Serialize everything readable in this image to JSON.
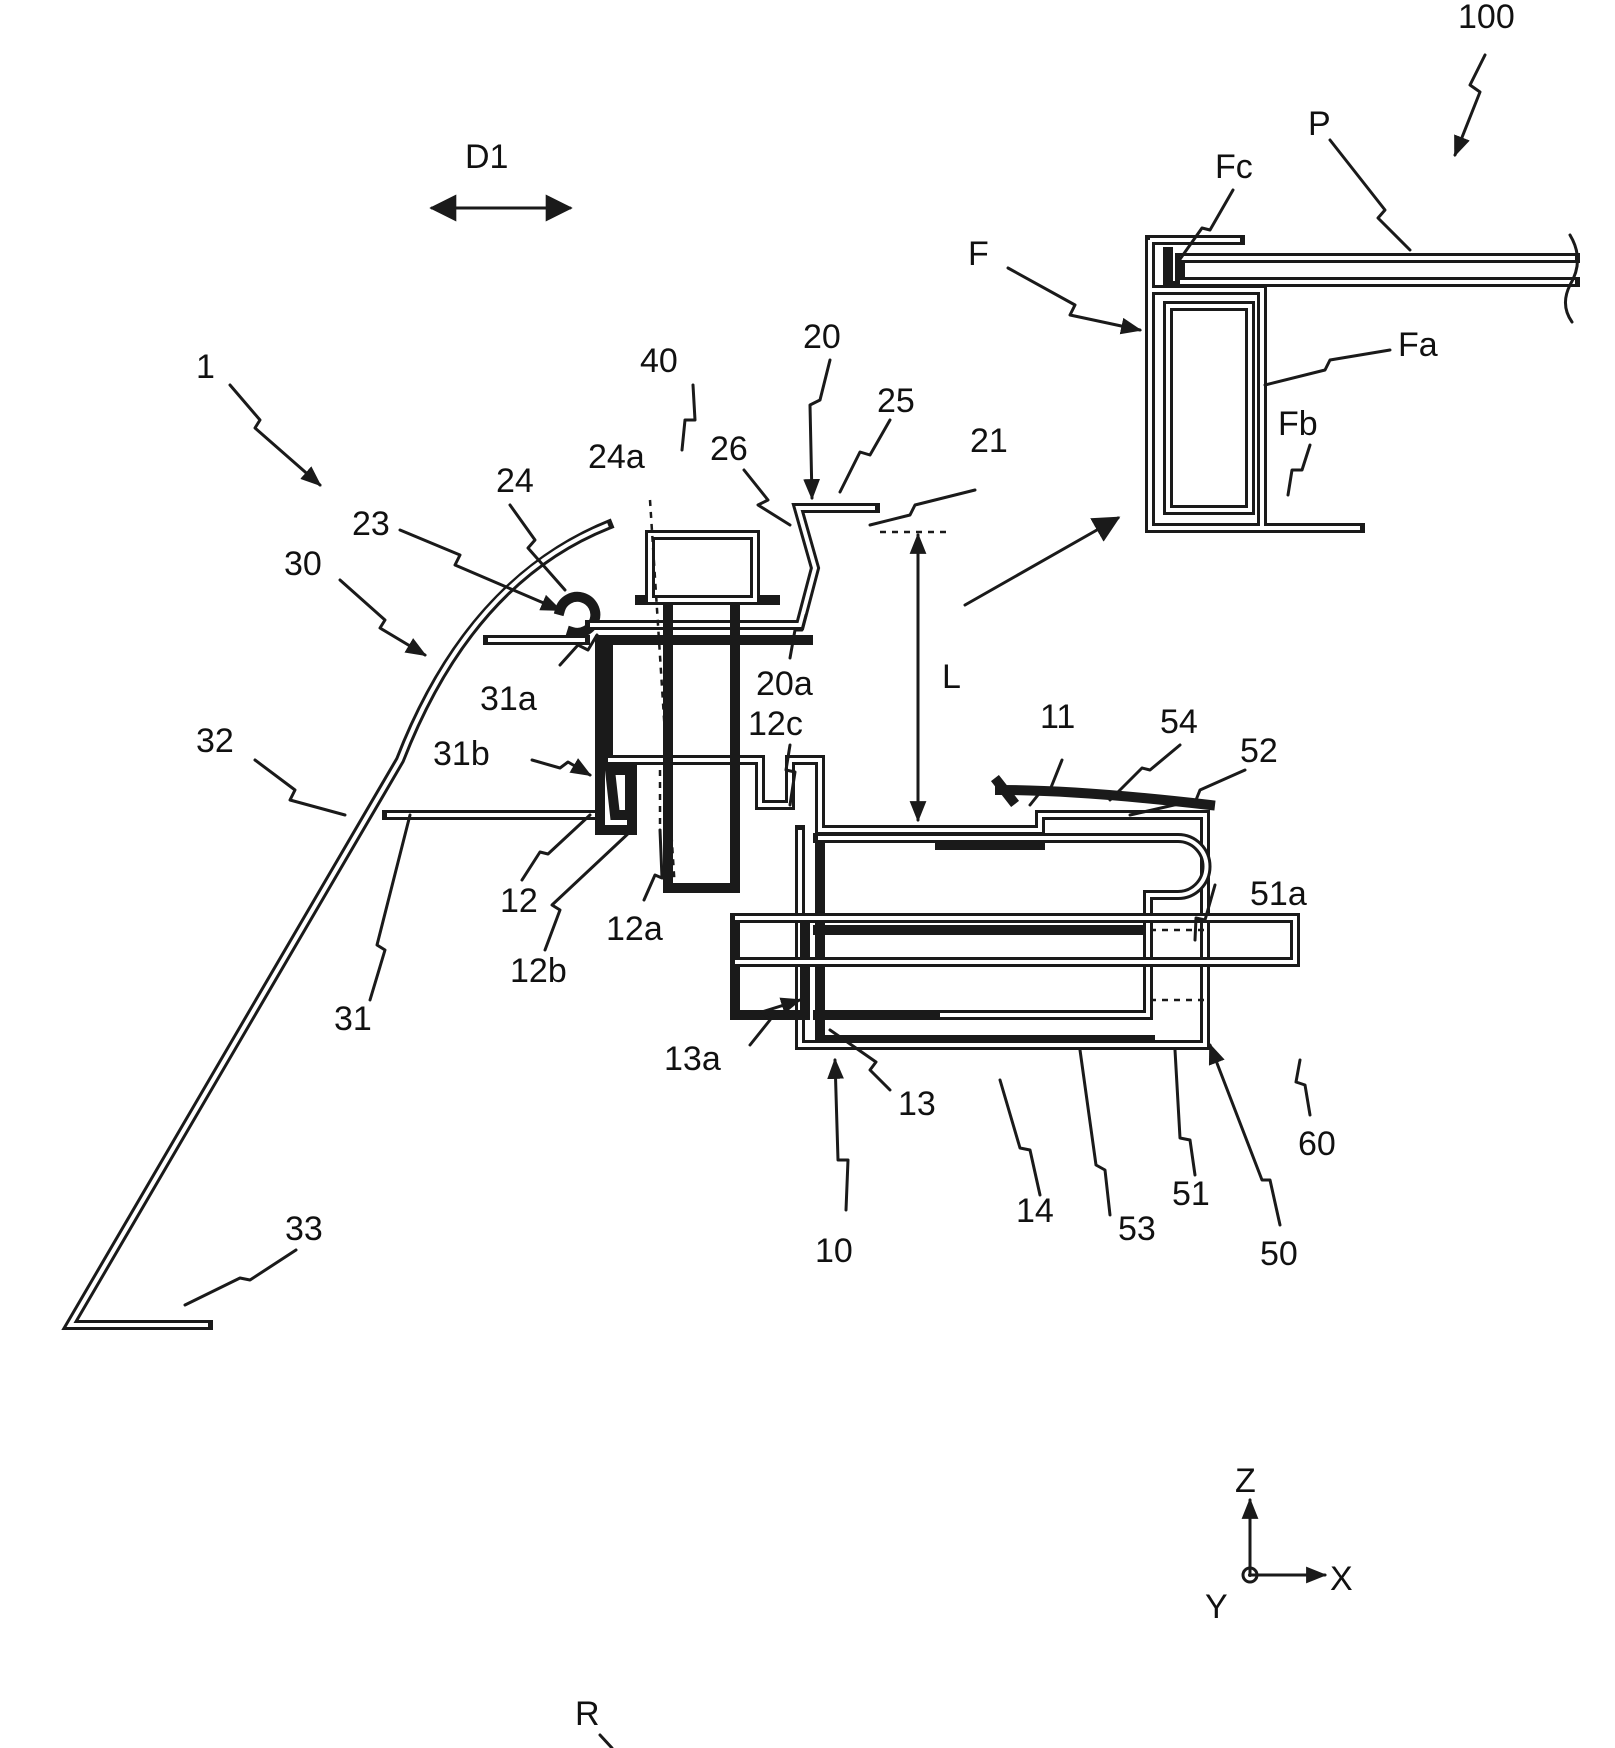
{
  "labels": {
    "l100": "100",
    "lP": "P",
    "lFc": "Fc",
    "lF": "F",
    "lFa": "Fa",
    "lFb": "Fb",
    "lD1": "D1",
    "l1": "1",
    "l40": "40",
    "l20": "20",
    "l25": "25",
    "l24a": "24a",
    "l26": "26",
    "l21": "21",
    "l24": "24",
    "l23": "23",
    "l30": "30",
    "l31a": "31a",
    "l20a": "20a",
    "lL": "L",
    "l12c": "12c",
    "l11": "11",
    "l54": "54",
    "l52": "52",
    "l32": "32",
    "l31b": "31b",
    "l12": "12",
    "l12a": "12a",
    "l51a": "51a",
    "l12b": "12b",
    "l31": "31",
    "l13a": "13a",
    "l13": "13",
    "l60": "60",
    "l14": "14",
    "l51": "51",
    "l53": "53",
    "l10": "10",
    "l50": "50",
    "l33": "33",
    "lZ": "Z",
    "lX": "X",
    "lY": "Y",
    "lR": "R"
  },
  "colors": {
    "line": "#1a1a1a",
    "background": "#ffffff"
  }
}
